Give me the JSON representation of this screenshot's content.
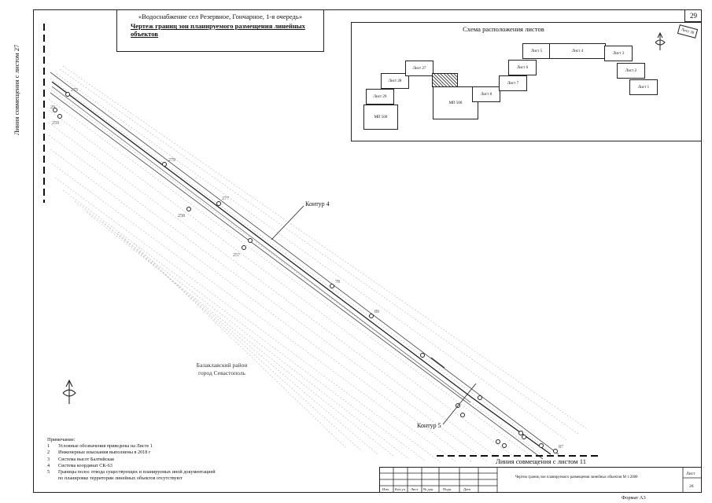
{
  "title": {
    "line1": "«Водоснабжение сел Резервное, Гончарное, 1-я очередь»",
    "line2": "Чертеж границ зон планируемого размещения линейных объектов"
  },
  "sheet_number_top": "29",
  "scheme": {
    "title": "Схема расположения листов",
    "sheets": [
      {
        "label": "Лист 29"
      },
      {
        "label": "МП 500"
      },
      {
        "label": "Лист 28"
      },
      {
        "label": "Лист 27"
      },
      {
        "label": ""
      },
      {
        "label": "МП 500"
      },
      {
        "label": "Лист 8"
      },
      {
        "label": "Лист 7"
      },
      {
        "label": "Лист 6"
      },
      {
        "label": "Лист 5"
      },
      {
        "label": "Лист 4"
      },
      {
        "label": "Лист 3"
      },
      {
        "label": "Лист 2"
      },
      {
        "label": "Лист 1"
      },
      {
        "label": "Лист 30"
      }
    ]
  },
  "match_line_left": "Линия совмещения с листом 27",
  "match_line_right": "Линия совмещения с листом 11",
  "labels": {
    "kontur4": "Контур 4",
    "kontur5": "Контур 5",
    "district_line1": "Балаклавский район",
    "district_line2": "город Севастополь"
  },
  "points": {
    "p275": "275",
    "p29": "29",
    "p259": "259",
    "p279": "279",
    "p277": "277",
    "p258": "258",
    "p257": "257",
    "p78": "78",
    "p89": "89",
    "p87": "87"
  },
  "notes": {
    "title": "Примечание:",
    "items": [
      {
        "num": "1",
        "text": "Условные обозначения приведены на Листе 1"
      },
      {
        "num": "2",
        "text": "Инженерные изыскания выполнены в 2018 г"
      },
      {
        "num": "3",
        "text": "Система высот Балтийская"
      },
      {
        "num": "4",
        "text": "Система координат СК-63"
      },
      {
        "num": "5",
        "text": "Границы полос отвода существующих и планируемых иной документацией"
      },
      {
        "num": "",
        "text": "по планировке территории линейных объектов отсутствуют"
      }
    ]
  },
  "stamp": {
    "description": "Чертеж границ зон планируемого размещения линейных объектов М 1:2000",
    "sheet_label": "Лист",
    "sheet_value": "26",
    "columns": [
      "Изм.",
      "Кол.уч",
      "Лист",
      "№ док.",
      "Подп.",
      "Дата"
    ]
  },
  "format": "Формат А3"
}
